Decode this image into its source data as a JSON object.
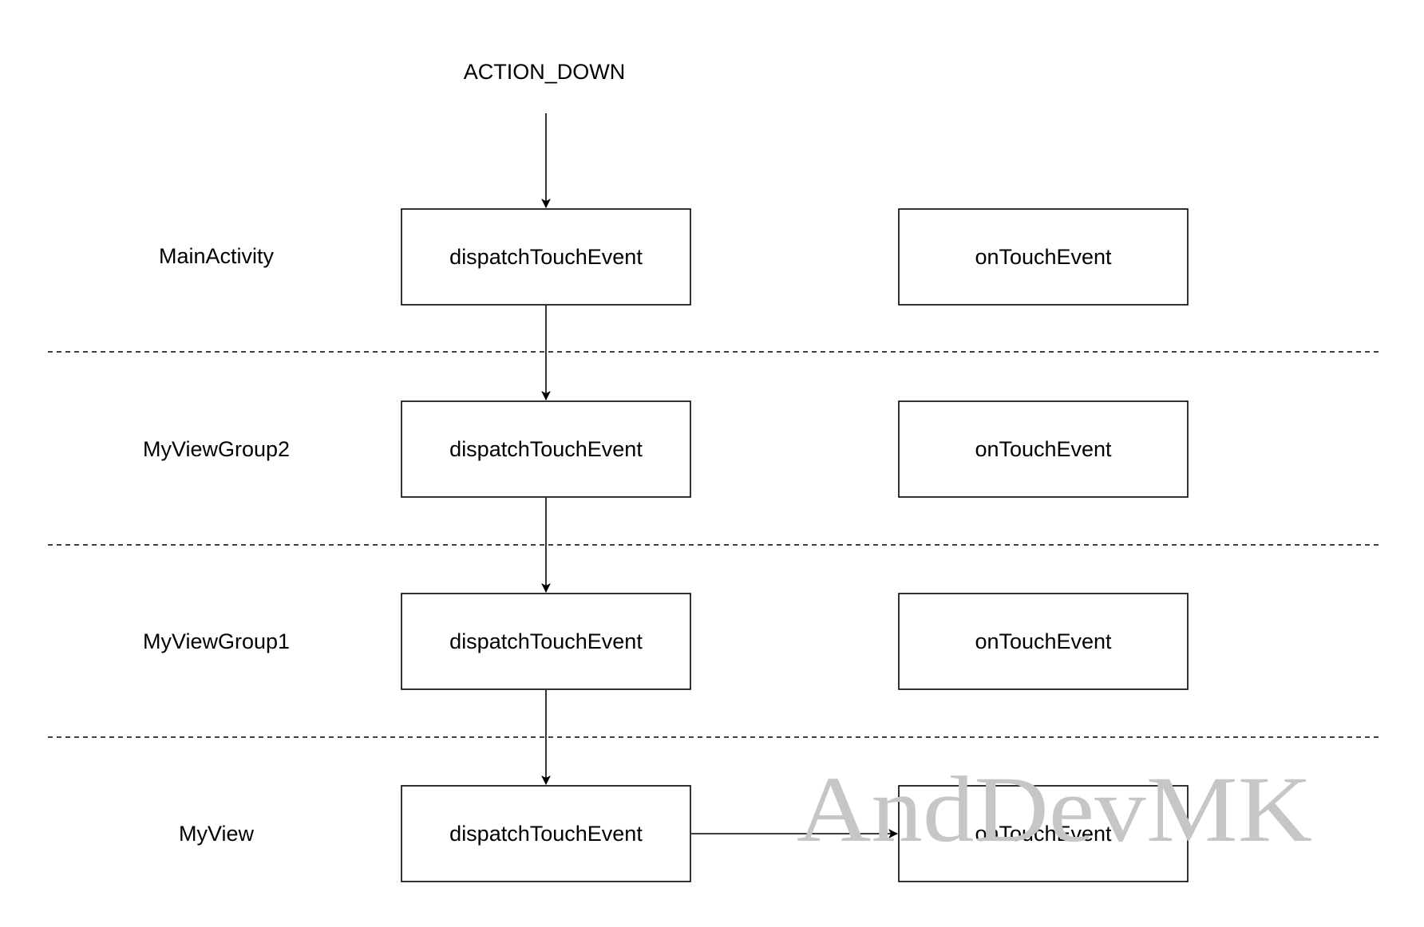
{
  "event": {
    "label": "ACTION_DOWN"
  },
  "layers": [
    {
      "name": "MainActivity",
      "dispatch_label": "dispatchTouchEvent",
      "ontouch_label": "onTouchEvent"
    },
    {
      "name": "MyViewGroup2",
      "dispatch_label": "dispatchTouchEvent",
      "ontouch_label": "onTouchEvent"
    },
    {
      "name": "MyViewGroup1",
      "dispatch_label": "dispatchTouchEvent",
      "ontouch_label": "onTouchEvent"
    },
    {
      "name": "MyView",
      "dispatch_label": "dispatchTouchEvent",
      "ontouch_label": "onTouchEvent"
    }
  ],
  "watermark": {
    "text": "AndDevMK",
    "color": "#c6c6c6"
  }
}
